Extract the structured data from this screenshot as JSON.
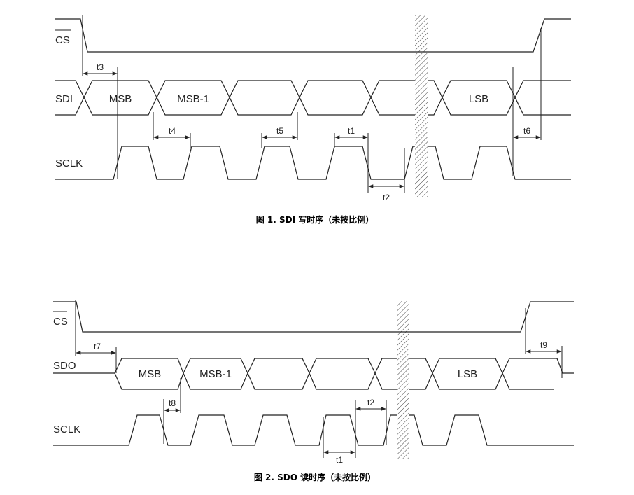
{
  "figure1": {
    "caption": "图 1. SDI 写时序（未按比例）",
    "signals": {
      "cs": "CS",
      "sdi": "SDI",
      "sclk": "SCLK"
    },
    "bus_labels": {
      "msb": "MSB",
      "msb1": "MSB-1",
      "lsb": "LSB"
    },
    "timing": {
      "t3": "t3",
      "t4": "t4",
      "t5": "t5",
      "t1": "t1",
      "t2": "t2",
      "t6": "t6"
    }
  },
  "figure2": {
    "caption": "图 2. SDO 读时序（未按比例）",
    "signals": {
      "cs": "CS",
      "sdo": "SDO",
      "sclk": "SCLK"
    },
    "bus_labels": {
      "msb": "MSB",
      "msb1": "MSB-1",
      "lsb": "LSB"
    },
    "timing": {
      "t7": "t7",
      "t8": "t8",
      "t2": "t2",
      "t1": "t1",
      "t9": "t9"
    }
  }
}
